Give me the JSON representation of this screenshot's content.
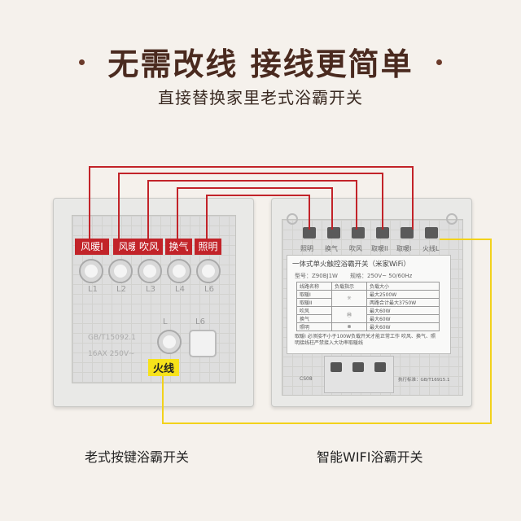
{
  "headline": "无需改线 接线更简单",
  "subline": "直接替换家里老式浴霸开关",
  "old_switch": {
    "terminal_tags": [
      "风暖I",
      "风暖II",
      "吹风",
      "换气",
      "照明"
    ],
    "terminal_codes": [
      "L1",
      "L2",
      "L3",
      "L4",
      "L6"
    ],
    "bottom_codes": [
      "L",
      "L6"
    ],
    "fire_label": "火线",
    "embossed": [
      "GB/T15092.1",
      "16AX 250V~"
    ],
    "caption": "老式按键浴霸开关"
  },
  "new_switch": {
    "terminal_labels": [
      "照明",
      "换气",
      "吹风",
      "取暖II",
      "取暖I",
      "火线L"
    ],
    "title": "一体式单火触控浴霸开关（米家WiFi）",
    "model": "型号：Z90BJ1W",
    "rating": "规格：250V~ 50/60Hz",
    "table_head": [
      "线路名称",
      "负载指示",
      "负载大小"
    ],
    "table_rows": [
      [
        "取暖I",
        "最大2500W"
      ],
      [
        "取暖II",
        "两路合计最大3750W"
      ],
      [
        "吹风",
        "最大60W"
      ],
      [
        "换气",
        "最大60W"
      ],
      [
        "照明",
        "最大60W"
      ]
    ],
    "note": "取暖I 必须接不小于100W负载开关才能正常工作 吹风、换气、照明接线柱严禁接入大功率取暖线",
    "bottom_left": "CS08",
    "bottom_right": "执行标准：GB/T16915.1",
    "caption": "智能WIFI浴霸开关"
  },
  "colors": {
    "red_wire": "#c22329",
    "yellow_wire": "#f2d21b",
    "tag": "#c22329"
  }
}
